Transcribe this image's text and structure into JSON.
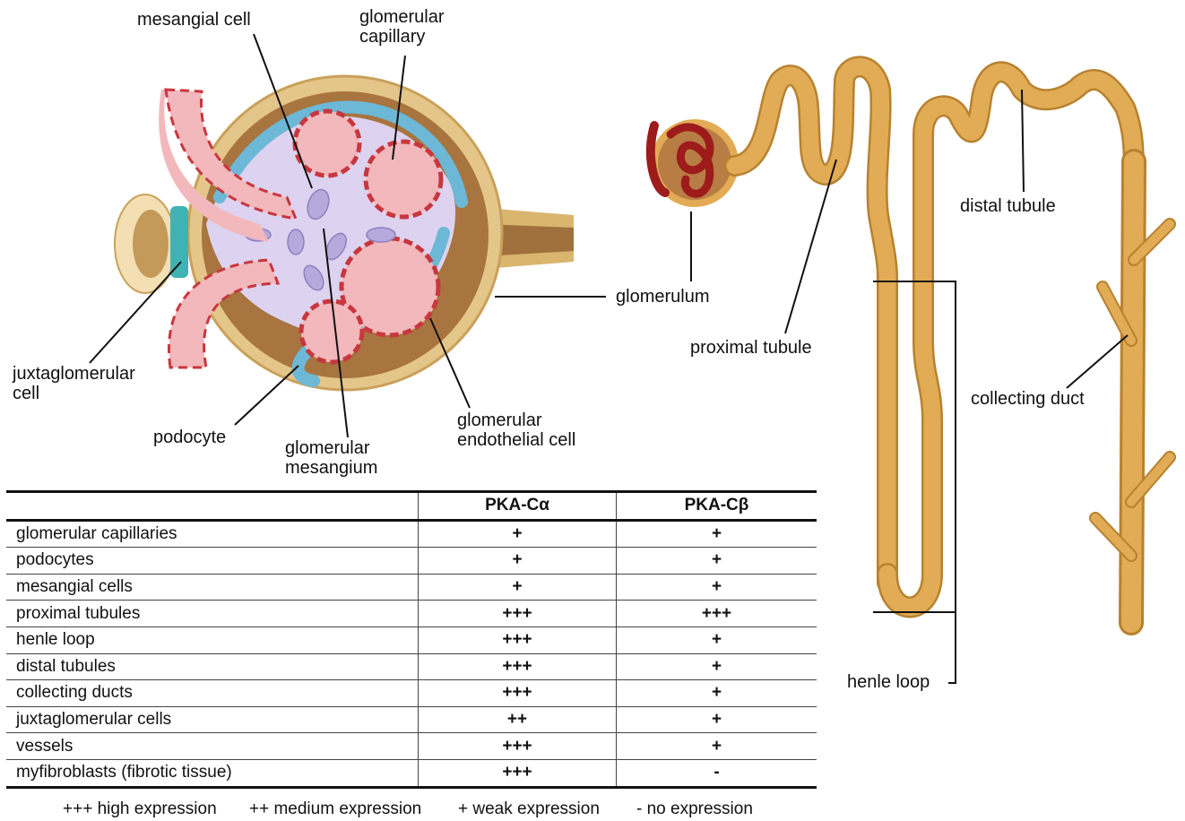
{
  "labels": {
    "mesangial_cell": "mesangial cell",
    "glomerular_capillary_1": "glomerular",
    "glomerular_capillary_2": "capillary",
    "juxtaglomerular_1": "juxtaglomerular",
    "juxtaglomerular_2": "cell",
    "podocyte": "podocyte",
    "mesangium_1": "glomerular",
    "mesangium_2": "mesangium",
    "endothelial_1": "glomerular",
    "endothelial_2": "endothelial cell",
    "glomerulum": "glomerulum",
    "proximal_tubule": "proximal tubule",
    "distal_tubule": "distal tubule",
    "collecting_duct": "collecting duct",
    "henle_loop": "henle loop"
  },
  "table": {
    "headers": [
      "",
      "PKA-Cα",
      "PKA-Cβ"
    ],
    "rows": [
      {
        "name": "glomerular capillaries",
        "a": "+",
        "b": "+"
      },
      {
        "name": "podocytes",
        "a": "+",
        "b": "+"
      },
      {
        "name": "mesangial cells",
        "a": "+",
        "b": "+"
      },
      {
        "name": "proximal tubules",
        "a": "+++",
        "b": "+++"
      },
      {
        "name": "henle loop",
        "a": "+++",
        "b": "+"
      },
      {
        "name": "distal tubules",
        "a": "+++",
        "b": "+"
      },
      {
        "name": "collecting ducts",
        "a": "+++",
        "b": "+"
      },
      {
        "name": "juxtaglomerular cells",
        "a": "++",
        "b": "+"
      },
      {
        "name": "vessels",
        "a": "+++",
        "b": "+"
      },
      {
        "name": "myfibroblasts (fibrotic tissue)",
        "a": "+++",
        "b": "-"
      }
    ]
  },
  "legend": {
    "high": "+++ high expression",
    "medium": "++ medium expression",
    "weak": "+ weak expression",
    "none": "- no expression"
  },
  "colors": {
    "capsule": "#d9b56e",
    "capsule_inner": "#a0703c",
    "mesangium": "#ddd3f0",
    "capillary": "#f2b8bc",
    "capillary_wall": "#c8373e",
    "podocyte": "#6cb8d6",
    "tubule": "#e2ab55",
    "tubule_edge": "#b7822f",
    "glomerulus_red": "#9e1b1b"
  }
}
